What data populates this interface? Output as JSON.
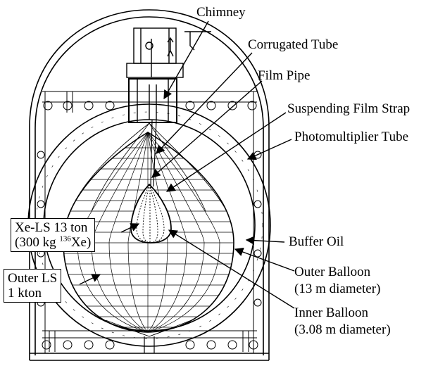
{
  "labels": {
    "chimney": "Chimney",
    "corrugated_tube": "Corrugated Tube",
    "film_pipe": "Film Pipe",
    "suspending_film_strap": "Suspending Film Strap",
    "photomultiplier_tube": "Photomultiplier Tube",
    "buffer_oil": "Buffer Oil",
    "outer_balloon": "Outer Balloon",
    "outer_balloon_diameter": "(13 m diameter)",
    "inner_balloon": "Inner Balloon",
    "inner_balloon_diameter": "(3.08 m diameter)"
  },
  "xe_box": {
    "line1": "Xe-LS 13 ton",
    "line2_prefix": "(300 kg ",
    "isotope_mass": "136",
    "line2_suffix": "Xe)"
  },
  "outer_ls_box": {
    "line1": "Outer LS",
    "line2": "1 kton"
  },
  "colors": {
    "ink": "#000000",
    "background": "#ffffff"
  }
}
